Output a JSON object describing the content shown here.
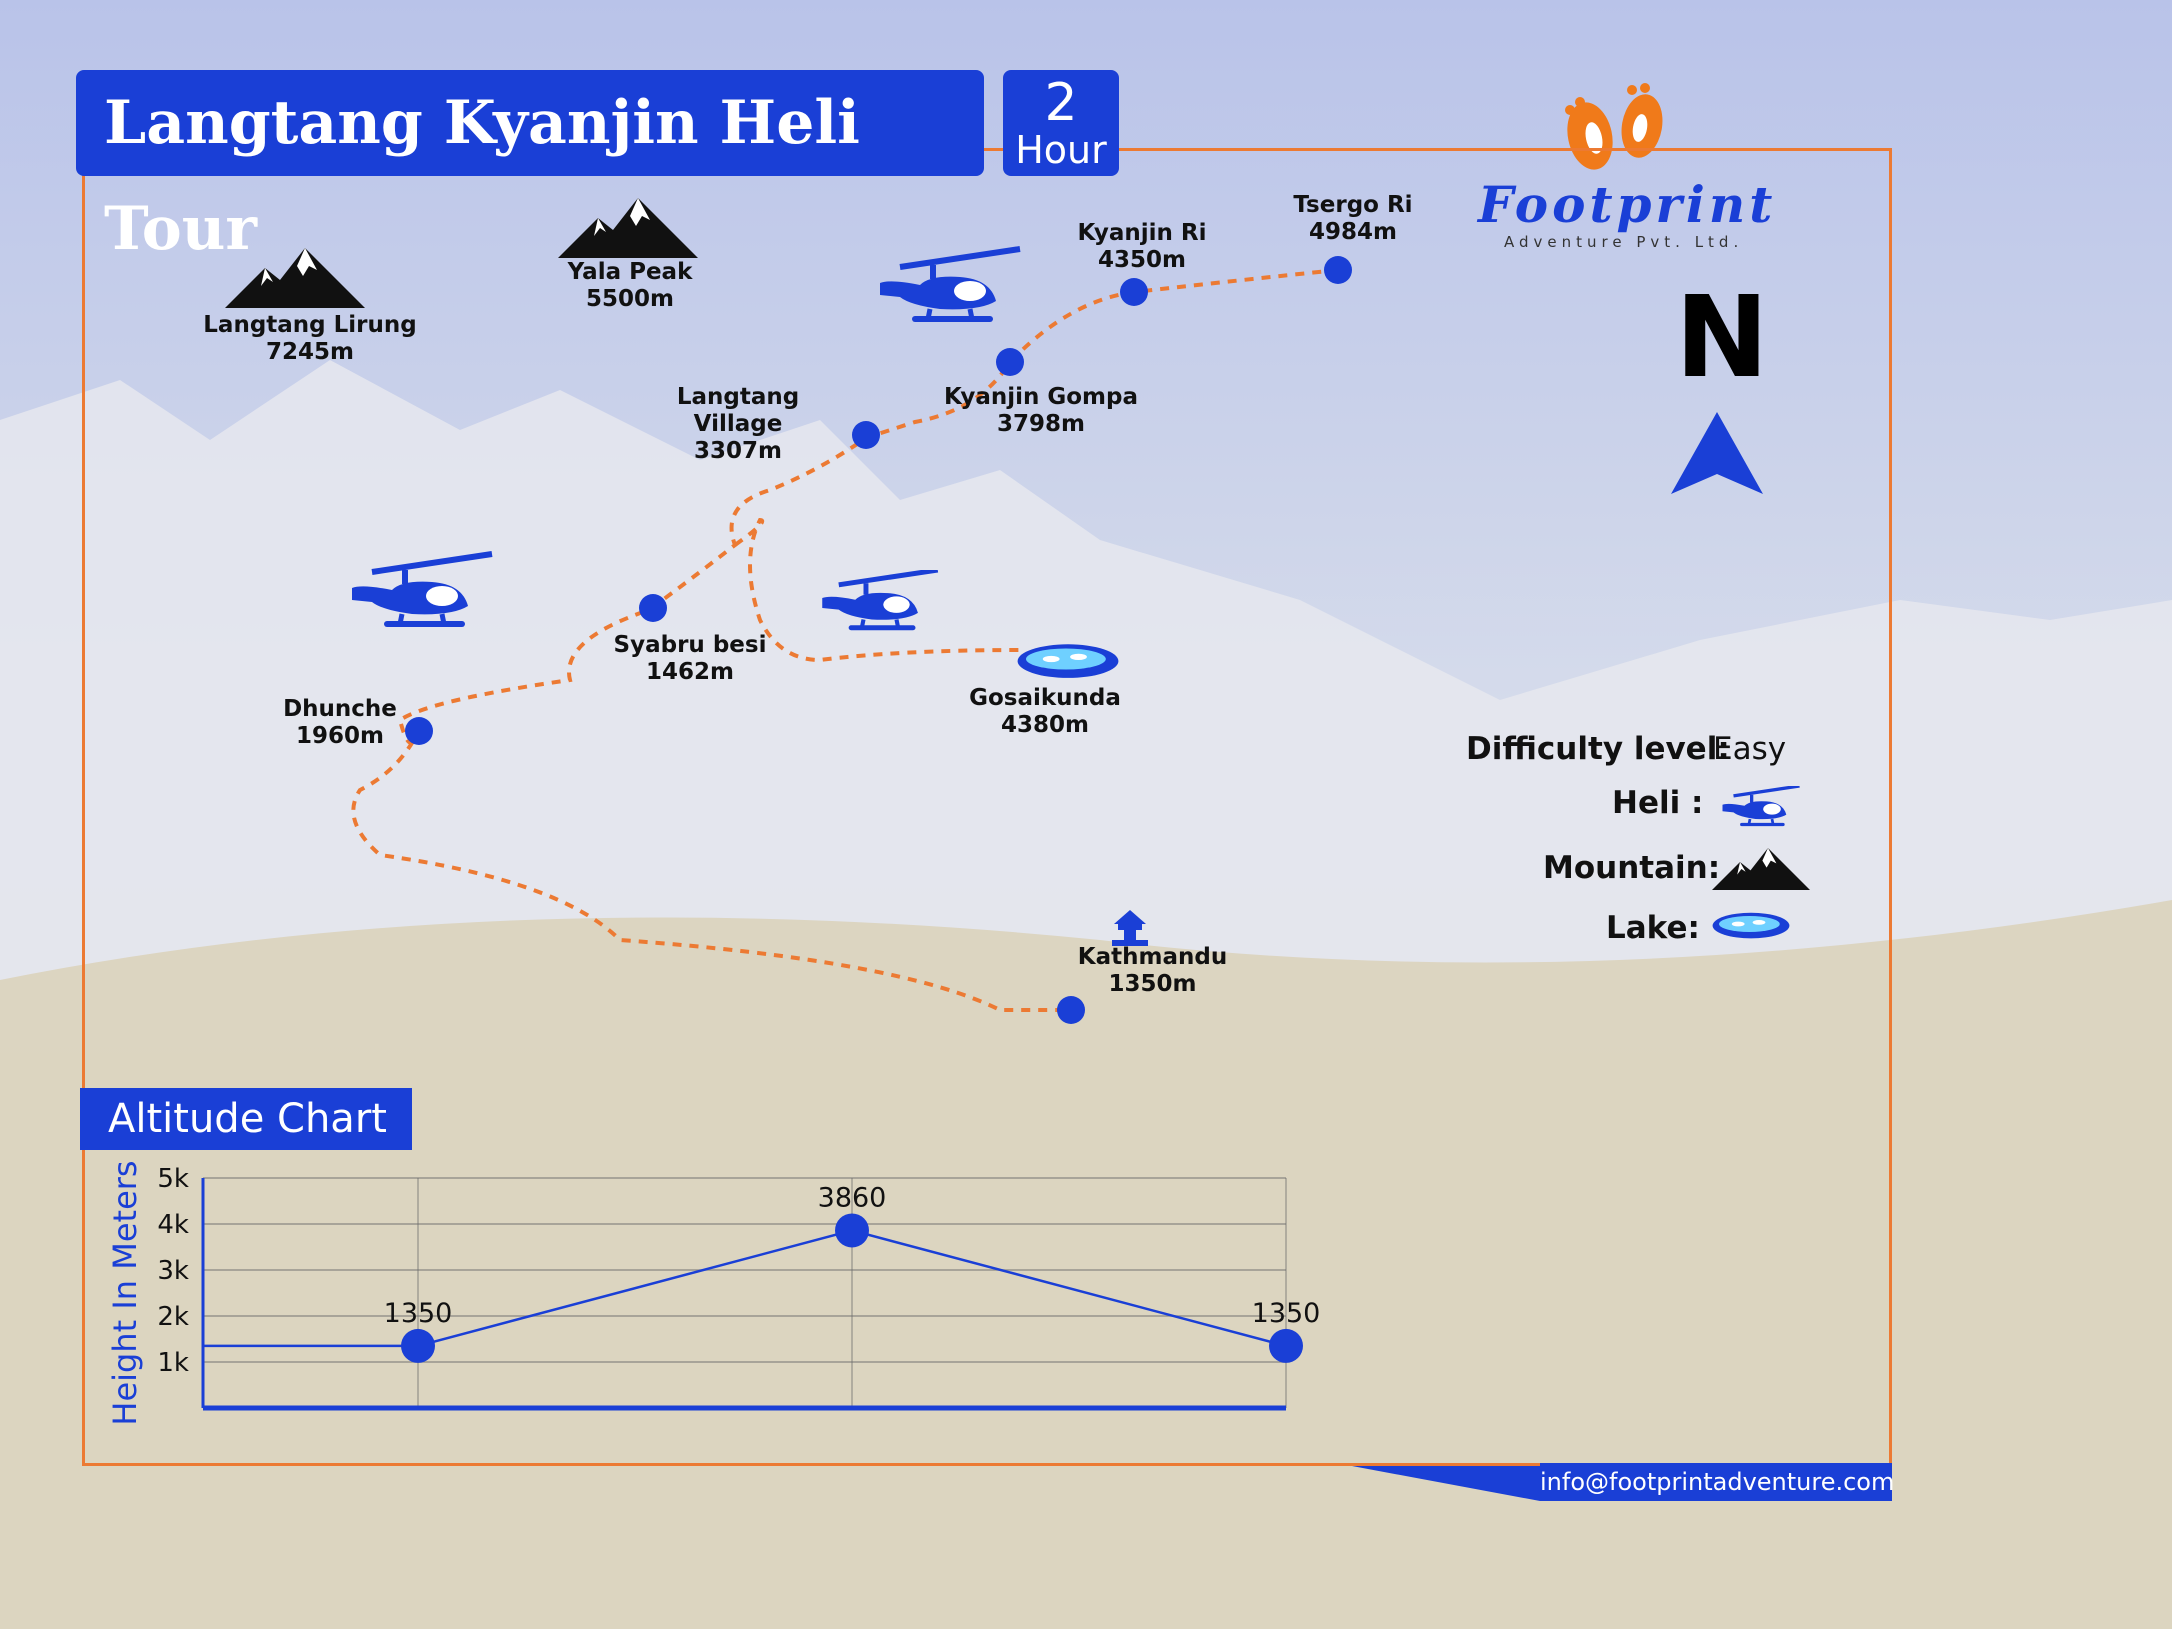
{
  "header": {
    "title": "Langtang Kyanjin Heli Tour",
    "duration_value": "2",
    "duration_unit": "Hour"
  },
  "brand": {
    "name": "Footprint",
    "subtitle": "Adventure Pvt. Ltd.",
    "email": "info@footprintadventure.com"
  },
  "compass": {
    "label": "N"
  },
  "mountains": [
    {
      "name": "Langtang Lirung",
      "altitude": "7245m"
    },
    {
      "name": "Yala Peak",
      "altitude": "5500m"
    }
  ],
  "places": [
    {
      "name": "Tsergo Ri",
      "altitude": "4984m"
    },
    {
      "name": "Kyanjin Ri",
      "altitude": "4350m"
    },
    {
      "name": "Kyanjin Gompa",
      "altitude": "3798m"
    },
    {
      "name": "Langtang Village",
      "altitude": "3307m"
    },
    {
      "name": "Syabru besi",
      "altitude": "1462m"
    },
    {
      "name": "Gosaikunda",
      "altitude": "4380m"
    },
    {
      "name": "Dhunche",
      "altitude": "1960m"
    },
    {
      "name": "Kathmandu",
      "altitude": "1350m"
    }
  ],
  "legend": {
    "difficulty_label": "Difficulty level:",
    "difficulty_value": "Easy",
    "heli_label": "Heli :",
    "mountain_label": "Mountain:",
    "lake_label": "Lake:"
  },
  "colors": {
    "accent": "#1a3fd6",
    "route": "#ec7a33",
    "frame": "#ec7a33"
  },
  "chart_data": {
    "type": "line",
    "title": "Altitude Chart",
    "ylabel": "Height In Meters",
    "xlabel": "",
    "ylim": [
      0,
      5000
    ],
    "y_ticks": [
      "1k",
      "2k",
      "3k",
      "4k",
      "5k"
    ],
    "series": [
      {
        "values": [
          1350,
          3860,
          1350
        ],
        "labels": [
          "1350",
          "3860",
          "1350"
        ]
      }
    ]
  }
}
